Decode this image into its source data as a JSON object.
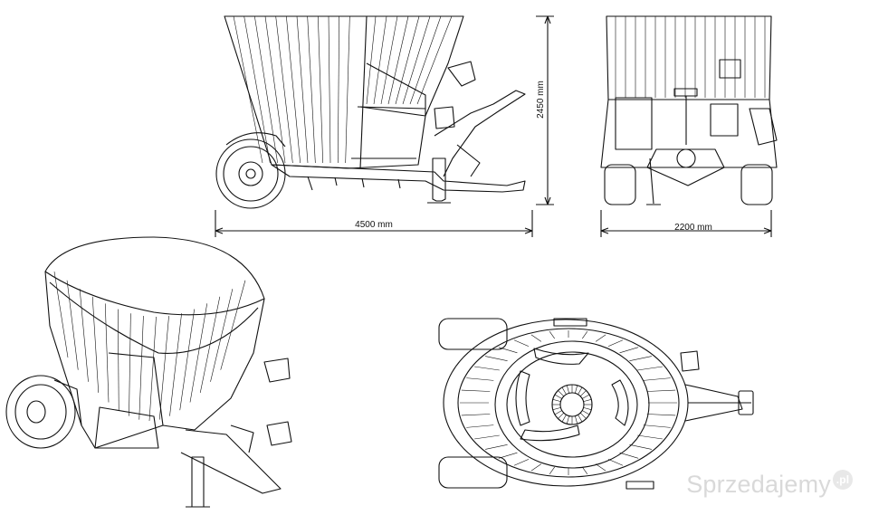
{
  "dimensions": {
    "length": "4500 mm",
    "height": "2450 mm",
    "width": "2200 mm"
  },
  "watermark": {
    "text": "Sprzedajemy",
    "suffix": ".pl"
  }
}
